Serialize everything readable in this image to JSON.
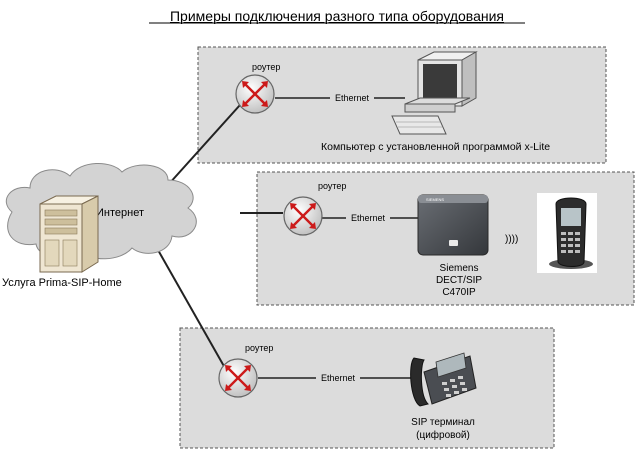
{
  "title": "Примеры подключения разного типа оборудования",
  "internet": {
    "label": "Интернет"
  },
  "server": {
    "label": "Услуга Prima-SIP-Home"
  },
  "panels": [
    {
      "router_label": "роутер",
      "link_label": "Ethernet",
      "device_label_lines": [
        "Компьютер с установленной программой x-Lite"
      ]
    },
    {
      "router_label": "роутер",
      "link_label": "Ethernet",
      "device_label_lines": [
        "Siemens",
        "DECT/SIP",
        "C470IP"
      ],
      "wireless_glyph": "))))",
      "base_brand": "SIEMENS"
    },
    {
      "router_label": "роутер",
      "link_label": "Ethernet",
      "device_label_lines": [
        "SIP терминал",
        "(цифровой)"
      ]
    }
  ],
  "icons": [
    "cloud-icon",
    "server-icon",
    "router-icon",
    "computer-icon",
    "dect-base-icon",
    "cordless-phone-icon",
    "ip-phone-icon"
  ],
  "colors": {
    "panel_bg": "#dcdcdc",
    "panel_border": "#555555",
    "cloud": "#d3d3d3",
    "router_arrows": "#cc1a1a",
    "server": "#efe6d2"
  }
}
